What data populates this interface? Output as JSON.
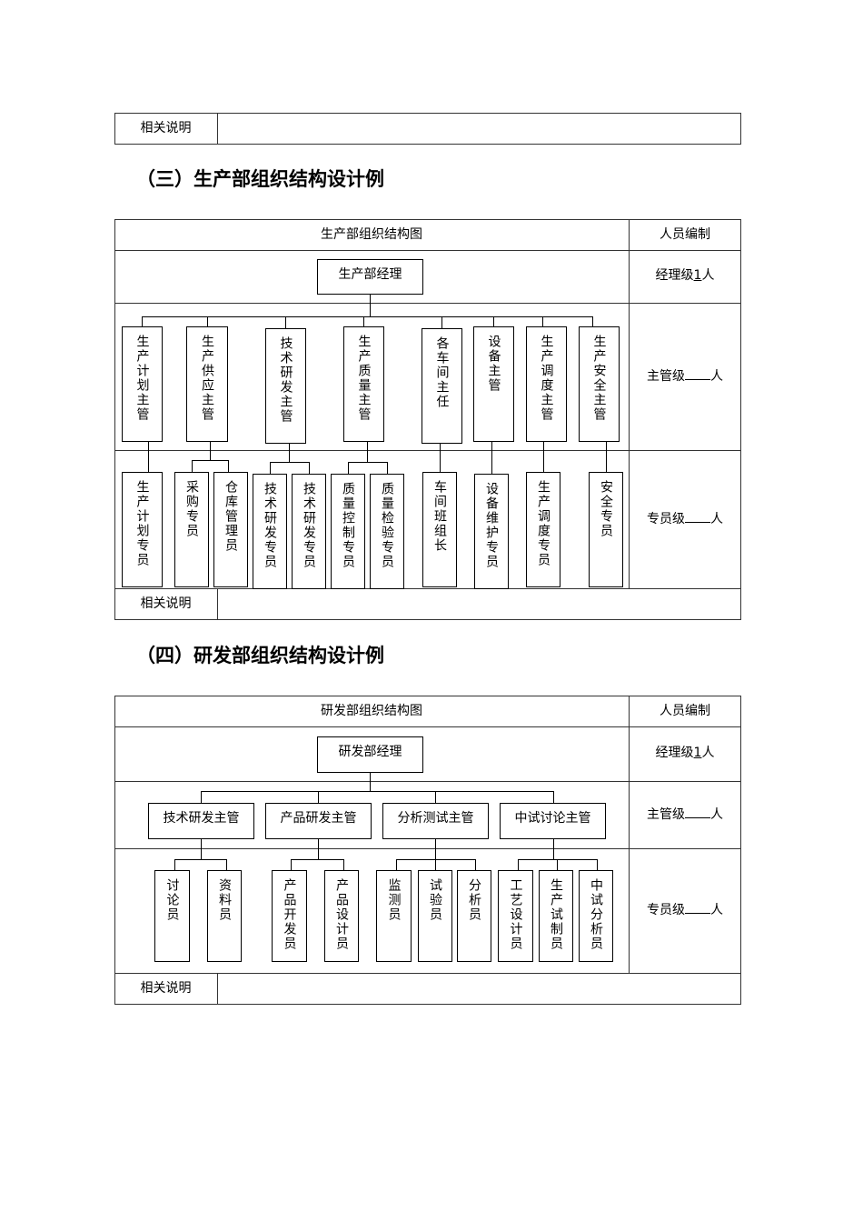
{
  "top_table": {
    "label": "相关说明"
  },
  "section3": {
    "title": "（三）生产部组织结构设计例",
    "table_header": "生产部组织结构图",
    "staff_header": "人员编制",
    "manager": "生产部经理",
    "manager_level_prefix": "经理级",
    "manager_level_count": "1",
    "manager_level_suffix": "人",
    "supervisor_level_prefix": "主管级",
    "supervisor_level_suffix": "人",
    "specialist_level_prefix": "专员级",
    "specialist_level_suffix": "人",
    "supervisors": [
      "生产计划主管",
      "生产供应主管",
      "技术研发主管",
      "生产质量主管",
      "各车间主任",
      "设备主管",
      "生产调度主管",
      "生产安全主管"
    ],
    "specialists": [
      "生产计划专员",
      "采购专员",
      "仓库管理员",
      "技术研发专员",
      "技术研发专员",
      "质量控制专员",
      "质量检验专员",
      "车间班组长",
      "设备维护专员",
      "生产调度专员",
      "安全专员"
    ],
    "note_label": "相关说明"
  },
  "section4": {
    "title": "（四）研发部组织结构设计例",
    "table_header": "研发部组织结构图",
    "staff_header": "人员编制",
    "manager": "研发部经理",
    "manager_level_prefix": "经理级",
    "manager_level_count": "1",
    "manager_level_suffix": "人",
    "supervisor_level_prefix": "主管级",
    "supervisor_level_suffix": "人",
    "specialist_level_prefix": "专员级",
    "specialist_level_suffix": "人",
    "supervisors": [
      "技术研发主管",
      "产品研发主管",
      "分析测试主管",
      "中试讨论主管"
    ],
    "specialists": [
      "讨论员",
      "资料员",
      "产品开发员",
      "产品设计员",
      "监测员",
      "试验员",
      "分析员",
      "工艺设计员",
      "生产试制员",
      "中试分析员"
    ],
    "note_label": "相关说明"
  }
}
